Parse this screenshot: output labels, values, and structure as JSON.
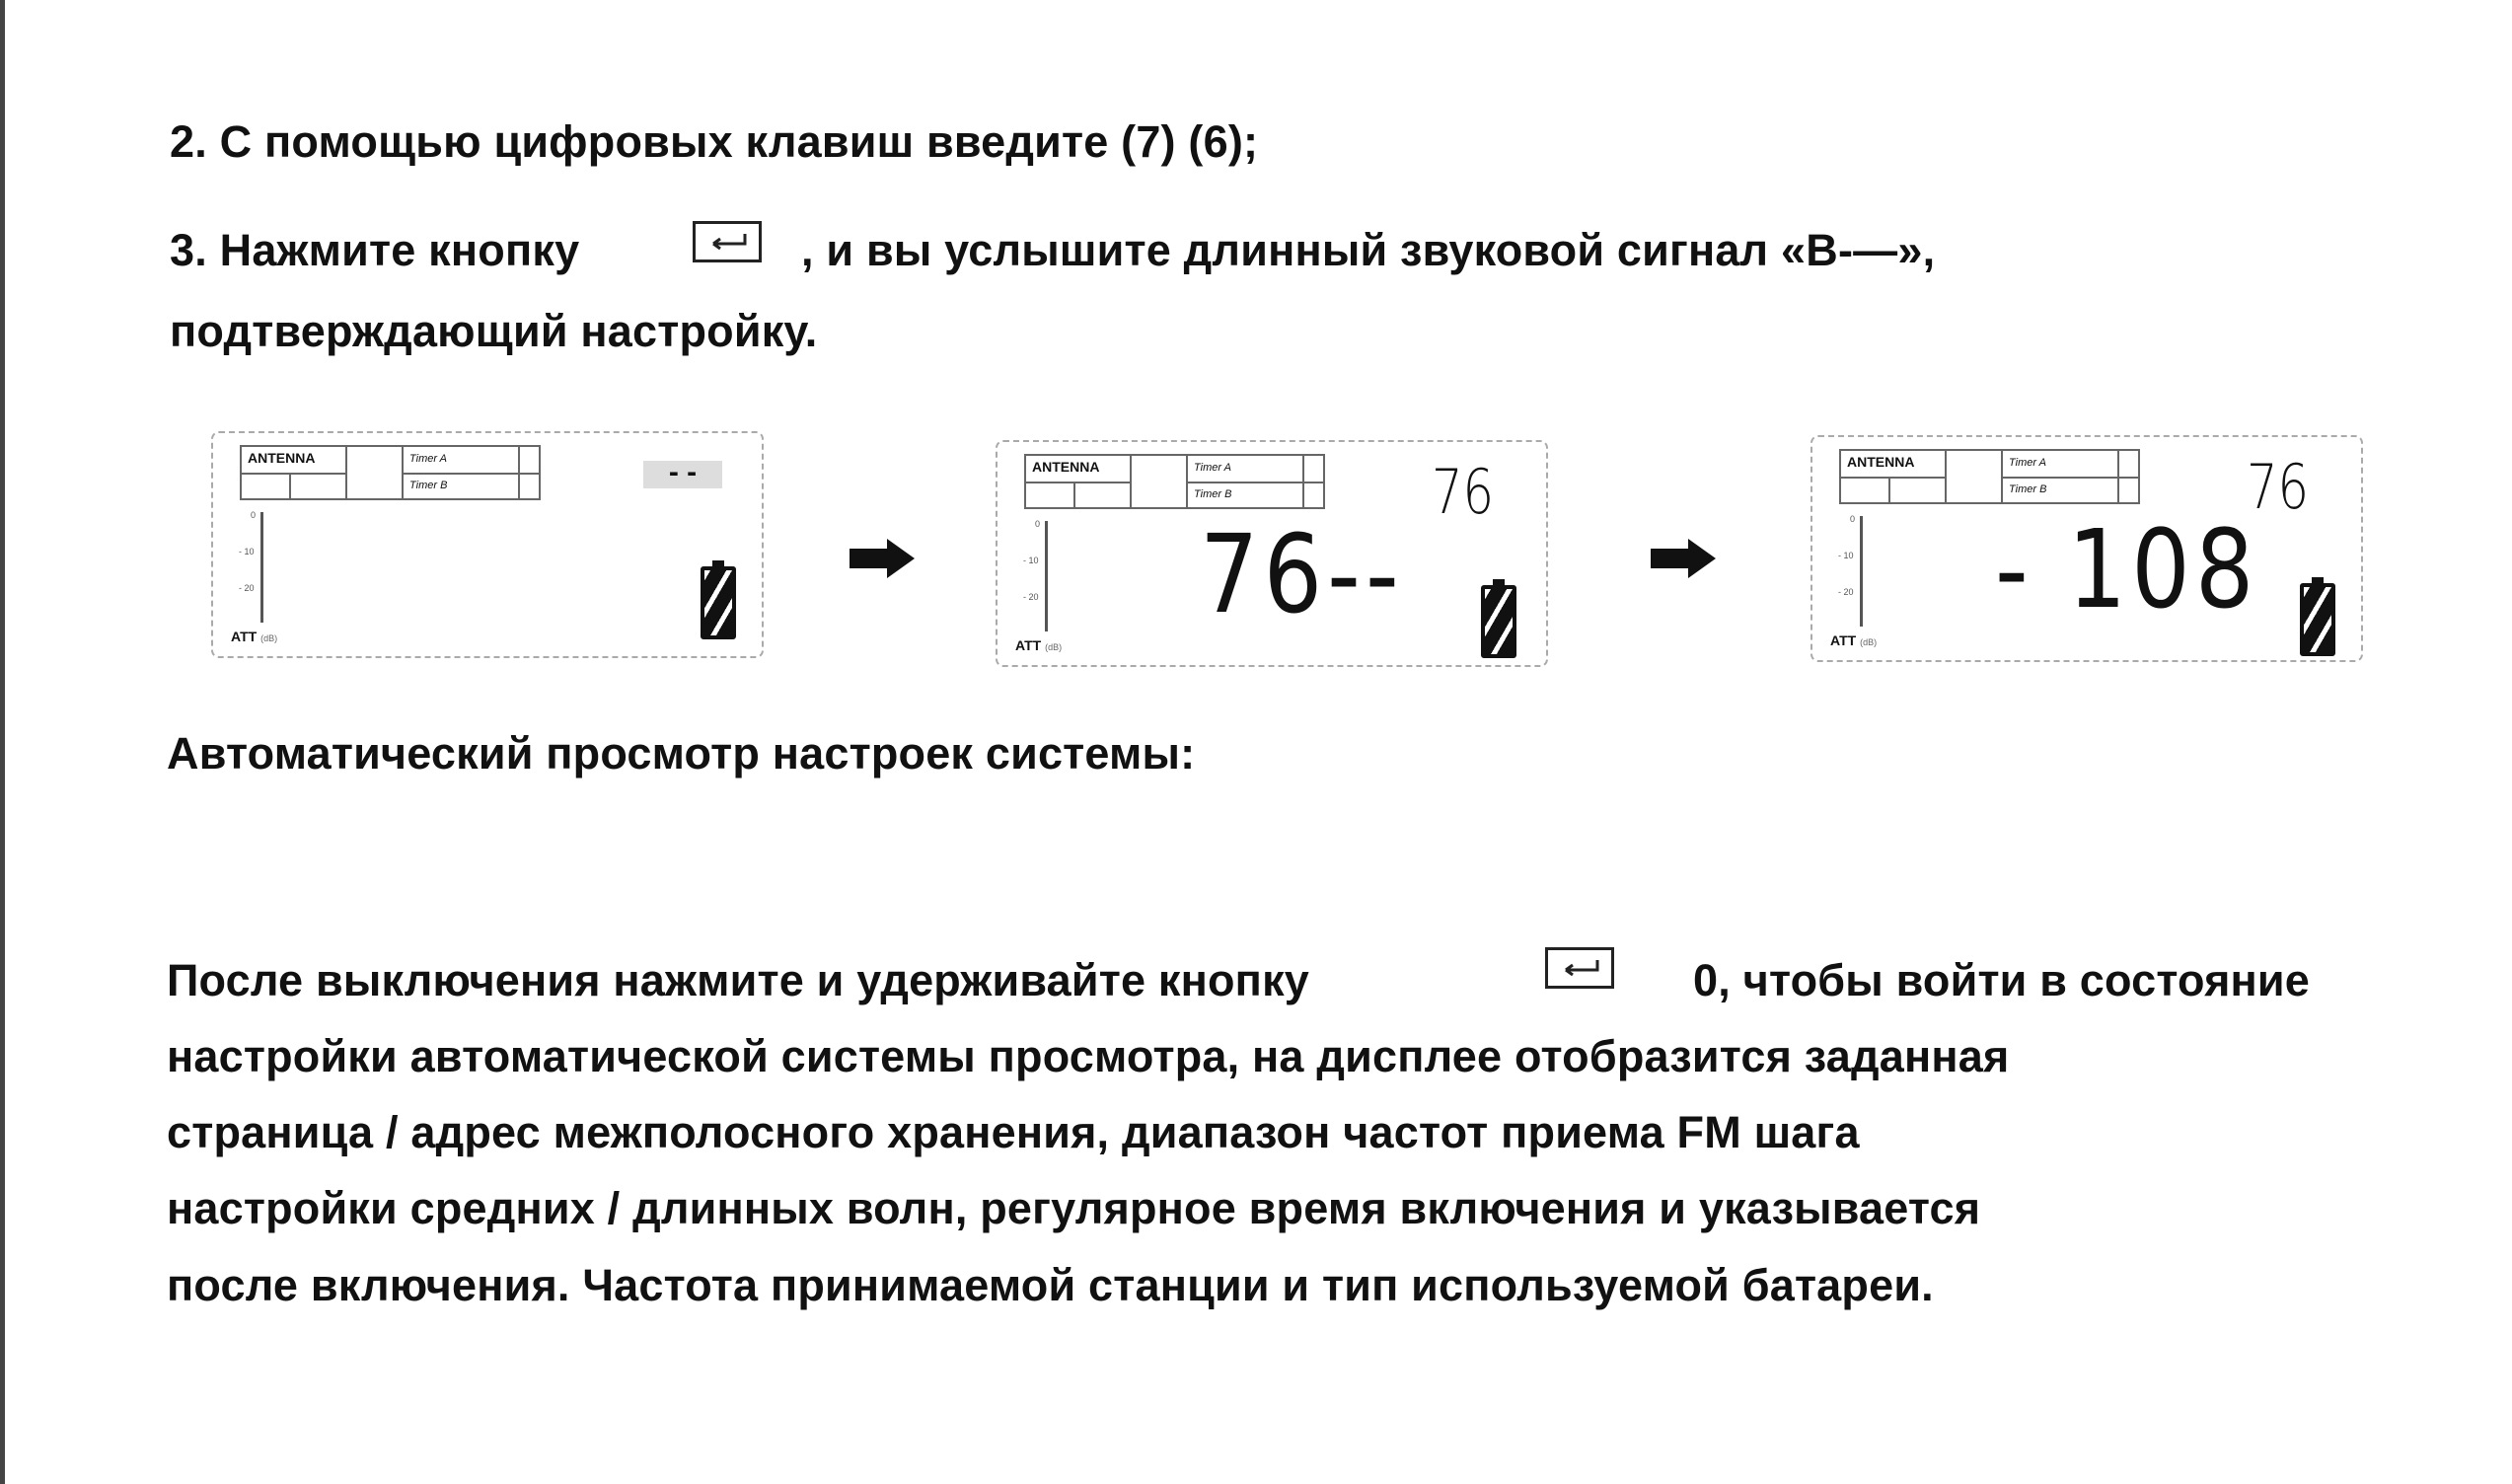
{
  "step2": "2.  С помощью цифровых клавиш введите (7) (6);",
  "step3": {
    "prefix": "3. Нажмите кнопку",
    "suffix": ", и вы услышите длинный звуковой сигнал «B-—»,",
    "line2": "подтверждающий настройку."
  },
  "lcd_common": {
    "antenna": "ANTENNA",
    "timer_a": "Timer A",
    "timer_b": "Timer B",
    "tick_0": "0",
    "tick_10": "- 10",
    "tick_20": "- 20",
    "att": "ATT",
    "att_unit": "(dB)"
  },
  "lcd1": {
    "top_value": "- -"
  },
  "lcd2": {
    "top_value": "76",
    "main_value": "76--"
  },
  "lcd3": {
    "top_value": "76",
    "main_value": "- 108"
  },
  "heading": "Автоматический просмотр настроек системы:",
  "paragraph": {
    "line1_prefix": "После выключения нажмите и удерживайте кнопку",
    "line1_suffix": "0, чтобы войти в состояние",
    "line2": "настройки автоматической системы просмотра, на дисплее отобразится заданная",
    "line3": "страница / адрес межполосного хранения, диапазон частот приема FM шага",
    "line4": "настройки средних / длинных волн, регулярное время включения и указывается",
    "line5": "после включения. Частота принимаемой станции и тип используемой батареи."
  }
}
